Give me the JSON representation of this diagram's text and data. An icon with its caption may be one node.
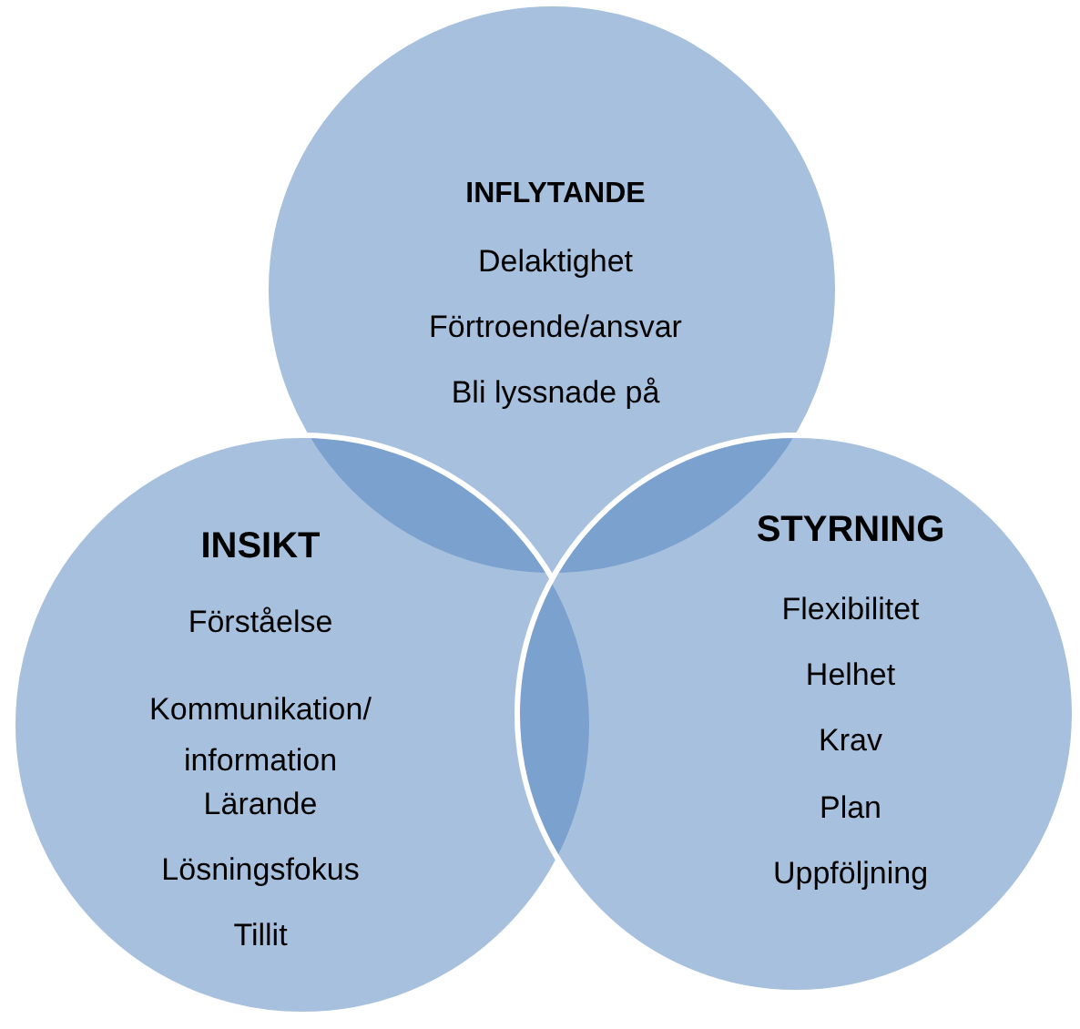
{
  "diagram": {
    "nodes": [
      {
        "text": [
          "INFLYTANDE",
          "Delaktighet",
          "Förtroende/ansvar",
          "Bli lyssnade på"
        ]
      },
      {
        "text": [
          "INSIKT",
          "Förståelse",
          "Kommunikation/ information",
          "Lärande",
          "Lösningsfokus",
          "Tillit"
        ]
      },
      {
        "text": [
          "STYRNING",
          "Flexibilitet",
          "Helhet",
          "Krav",
          "Plan",
          "Uppföljning"
        ]
      }
    ]
  }
}
